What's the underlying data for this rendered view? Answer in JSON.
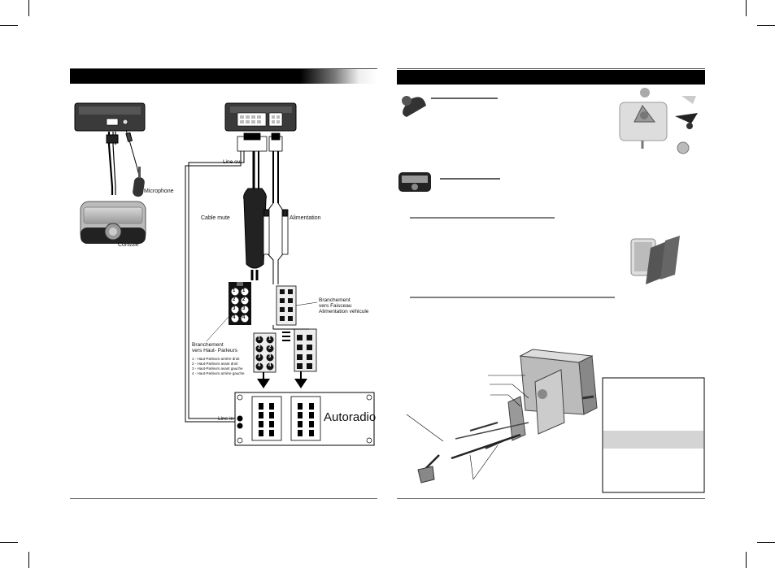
{
  "wiring": {
    "line_out": "Line out",
    "microphone": "Microphone",
    "console": "Console",
    "cable_mute": "Cable mute",
    "alimentation": "Alimentation",
    "branchement_faisceau": [
      "Branchement",
      "vers Faisceau",
      "Alimentation véhicule"
    ],
    "branchement_hp": [
      "Branchement",
      "vers Haut- Parleurs"
    ],
    "hp_legend": [
      "1 - Haut-Parleurs arrière droit",
      "2 - Haut-Parleurs avant droit",
      "3 - Haut-Parleurs avant gauche",
      "4 - Haut-Parleurs arrière gauche"
    ],
    "connector_numbers": [
      "1",
      "2",
      "3",
      "4"
    ],
    "line_in": "Line in",
    "autoradio": "Autoradio"
  },
  "colors": {
    "header_bar": "#000000",
    "panel_grey": "#cfcfcf",
    "highlight_grey": "#d4d4d4"
  }
}
